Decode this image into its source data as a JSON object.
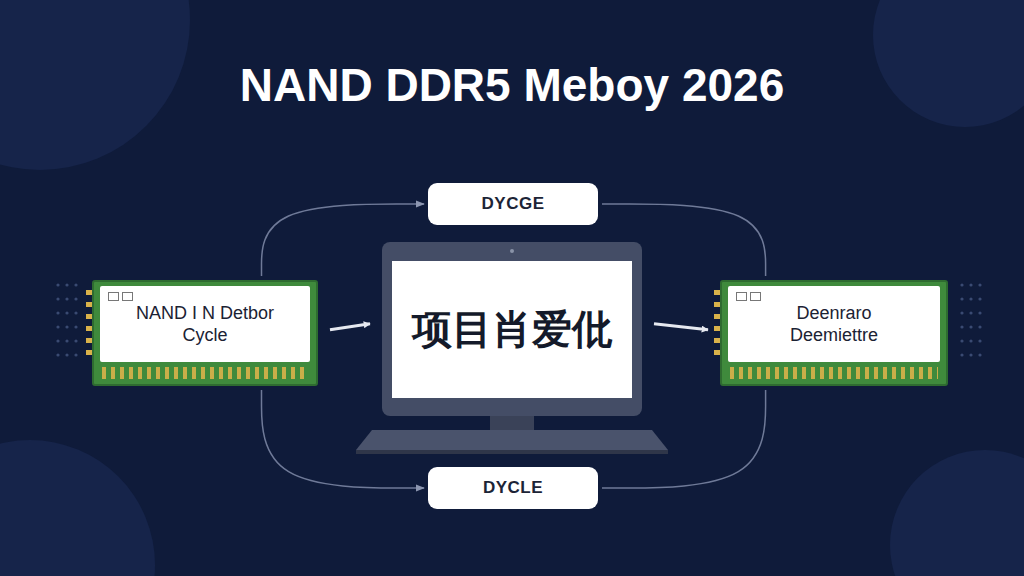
{
  "diagram": {
    "title": "NAND DDR5 Meboy 2026",
    "nodes": [
      {
        "text": [
          "DYCGE"
        ]
      },
      {
        "text": [
          "NAND I N Detbor Cycle"
        ]
      },
      {
        "text": [
          "项目肖爱仳"
        ]
      },
      {
        "text": [
          "Deenraro Deemiettre"
        ]
      },
      {
        "text": [
          "DYCLE"
        ]
      }
    ],
    "edges": [
      {
        "from": 1,
        "to": 0,
        "arrow": "to"
      },
      {
        "from": 0,
        "to": 3,
        "arrow": "none"
      },
      {
        "from": 1,
        "to": 2,
        "arrow": "to"
      },
      {
        "from": 2,
        "to": 3,
        "arrow": "to"
      },
      {
        "from": 1,
        "to": 4,
        "arrow": "to"
      },
      {
        "from": 4,
        "to": 3,
        "arrow": "none"
      }
    ]
  }
}
